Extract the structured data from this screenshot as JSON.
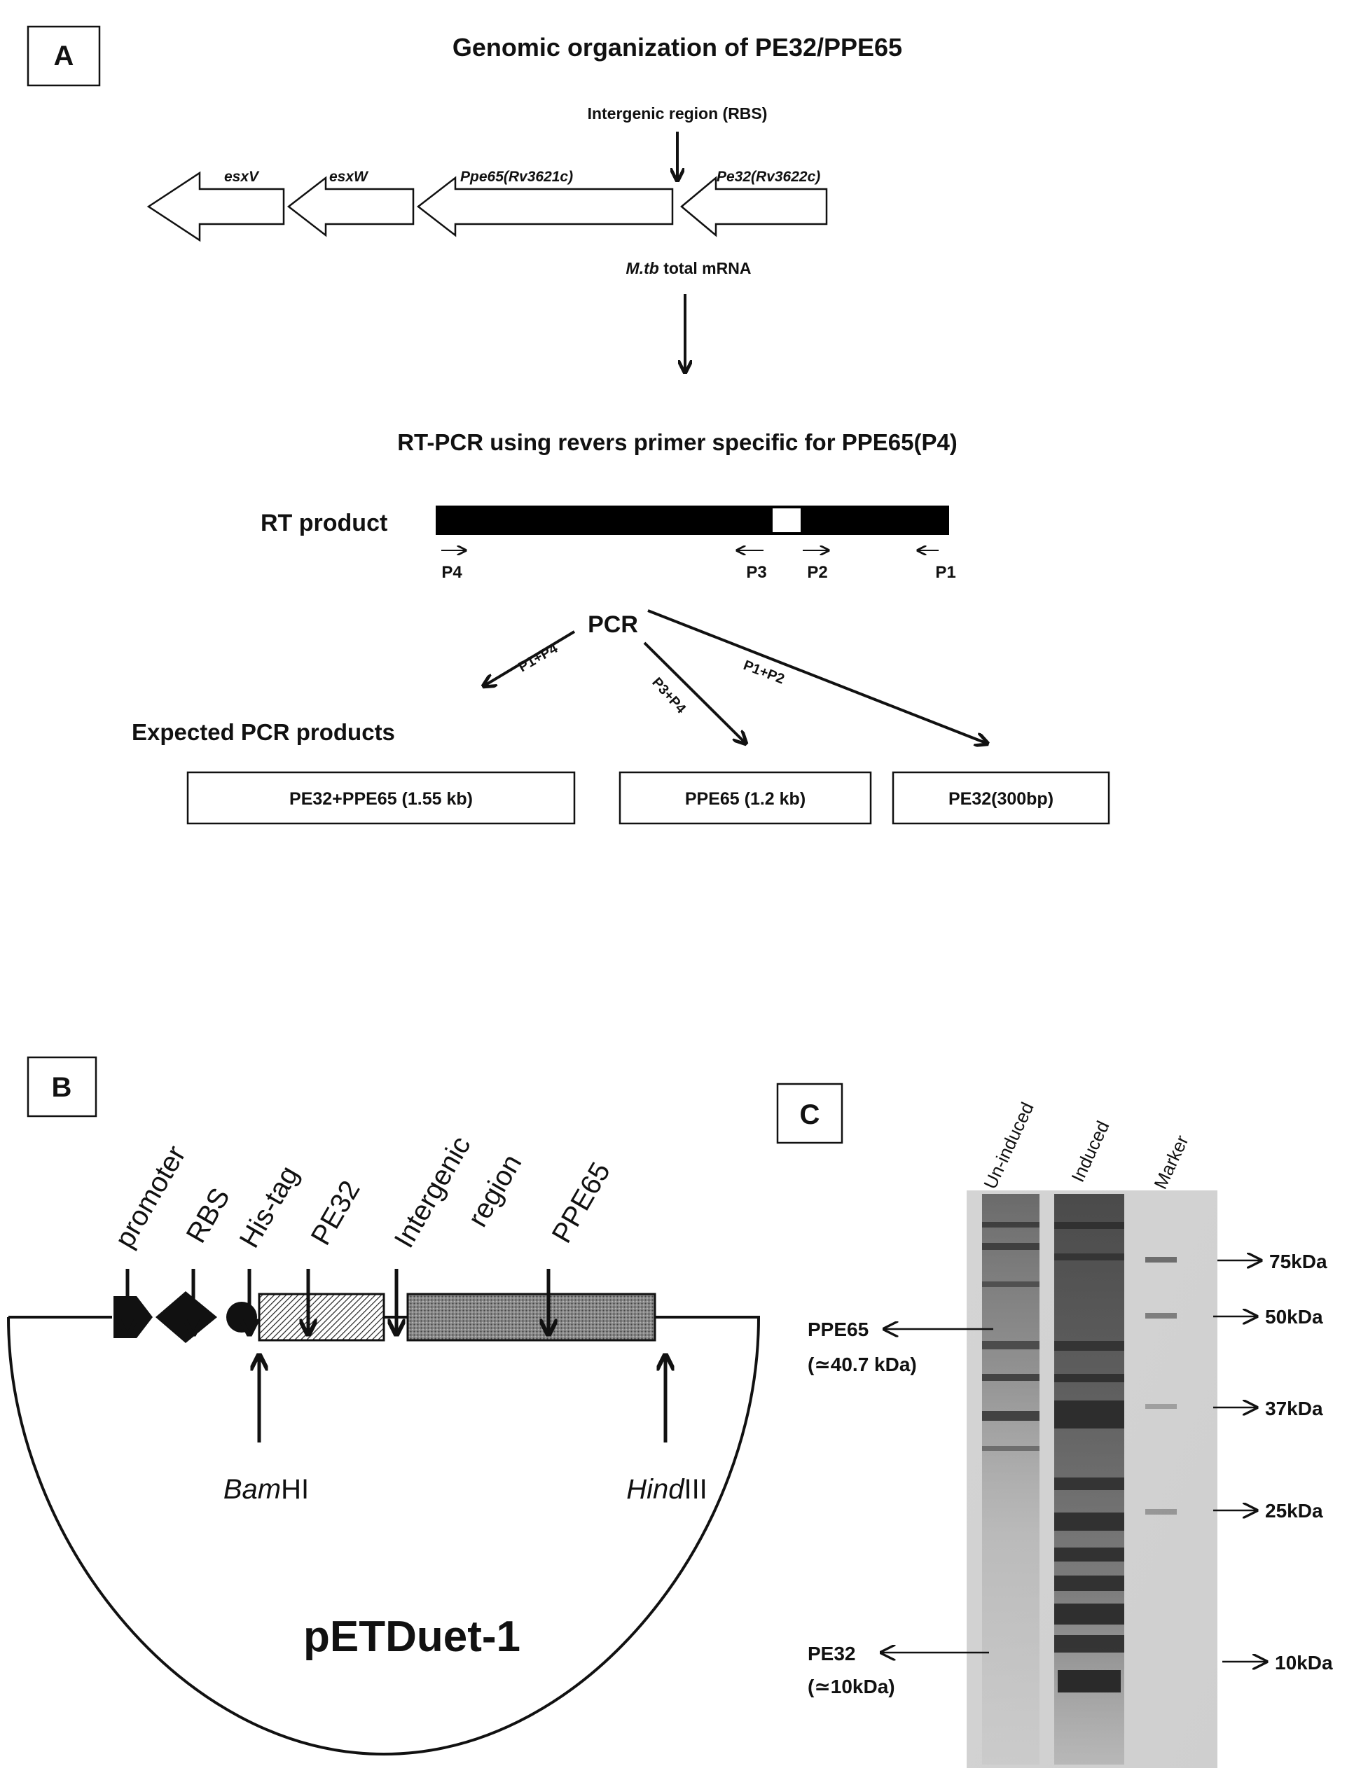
{
  "panel_a": {
    "label": "A",
    "title": "Genomic organization of PE32/PPE65",
    "intergenic_label": "Intergenic region (RBS)",
    "genes": {
      "esxv": "esxV",
      "esxw": "esxW",
      "ppe65": "Ppe65(Rv3621c)",
      "pe32": "Pe32(Rv3622c)"
    },
    "mrna_italic": "M.tb",
    "mrna_rest": " total mRNA",
    "rtpcr_title": "RT-PCR using revers primer specific for PPE65(P4)",
    "rt_product_label": "RT product",
    "primers": {
      "p4": "P4",
      "p3": "P3",
      "p2": "P2",
      "p1": "P1"
    },
    "pcr_label": "PCR",
    "pair_labels": {
      "p1p4": "P1+P4",
      "p3p4": "P3+P4",
      "p1p2": "P1+P2"
    },
    "expected_label": "Expected PCR products",
    "products": {
      "combined": "PE32+PPE65  (1.55 kb)",
      "ppe65": "PPE65  (1.2 kb)",
      "pe32": "PE32(300bp)"
    }
  },
  "panel_b": {
    "label": "B",
    "elements": {
      "promoter": "promoter",
      "rbs": "RBS",
      "his_tag": "His-tag",
      "pe32": "PE32",
      "intergenic_1": "Intergenic",
      "intergenic_2": "region",
      "ppe65": "PPE65"
    },
    "bamhi_italic": "Bam",
    "bamhi_rest": "HI",
    "hindiii_italic": "Hind",
    "hindiii_rest": "III",
    "vector": "pETDuet-1"
  },
  "panel_c": {
    "label": "C",
    "lanes": {
      "uninduced": "Un-induced",
      "induced": "Induced",
      "marker": "Marker"
    },
    "markers": {
      "m75": "75kDa",
      "m50": "50kDa",
      "m37": "37kDa",
      "m25": "25kDa",
      "m10": "10kDa"
    },
    "ppe65_label": "PPE65",
    "ppe65_size": "(≃40.7 kDa)",
    "pe32_label": "PE32",
    "pe32_size": "(≃10kDa)"
  }
}
